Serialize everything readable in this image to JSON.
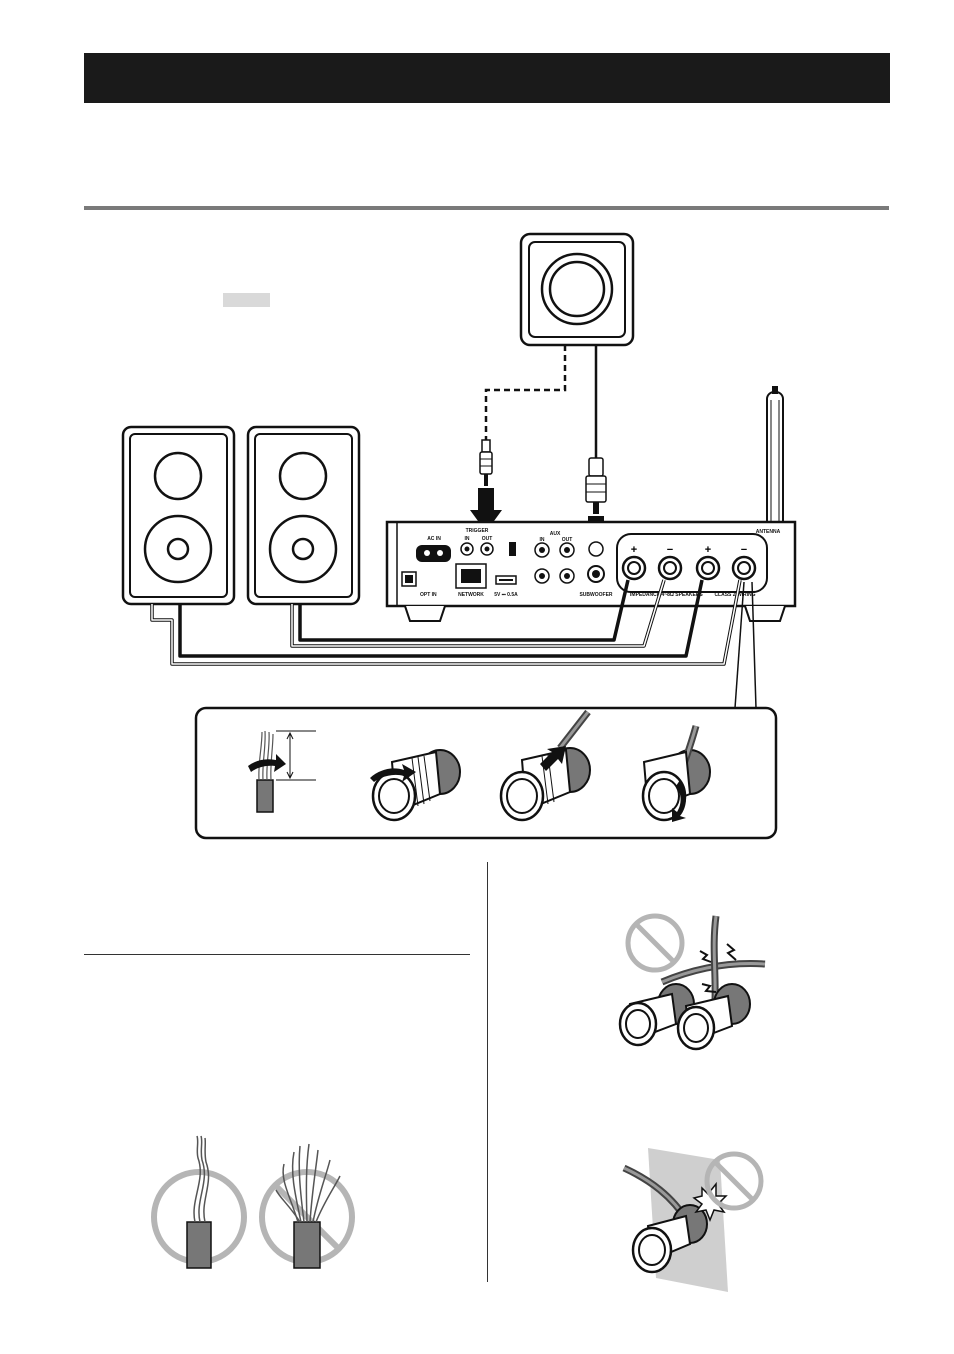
{
  "colors": {
    "header_bar": "#1a1a1a",
    "rule": "#7a7a7a",
    "highlight_box": "#d9d9d9",
    "prohibited": "#b5b5b5",
    "wall": "#cfcfcf"
  },
  "panel": {
    "ac_in": "AC IN",
    "opt_in": "OPT IN",
    "trigger": "TRIGGER",
    "trigger_in": "IN",
    "trigger_out": "OUT",
    "network": "NETWORK",
    "usb_power": "5V ⎓ 0.5A",
    "aux": "AUX",
    "aux_in": "IN",
    "aux_out": "OUT",
    "subwoofer": "SUBWOOFER",
    "speakers": "SPEAKERS",
    "impedance": "IMPEDANCE 4~8Ω",
    "class": "CLASS 2 WIRING",
    "antenna": "ANTENNA",
    "plus": "+",
    "minus": "−"
  },
  "icons": [
    "subwoofer-icon",
    "speaker-left-icon",
    "speaker-right-icon",
    "amplifier-rear-panel-icon",
    "antenna-icon",
    "stripped-wire-icon",
    "terminal-loosen-icon",
    "terminal-insert-icon",
    "terminal-tighten-icon",
    "prohibited-short-circuit-icon",
    "prohibited-frayed-wire-icon",
    "prohibited-wall-contact-icon",
    "correct-twisted-wire-icon"
  ]
}
